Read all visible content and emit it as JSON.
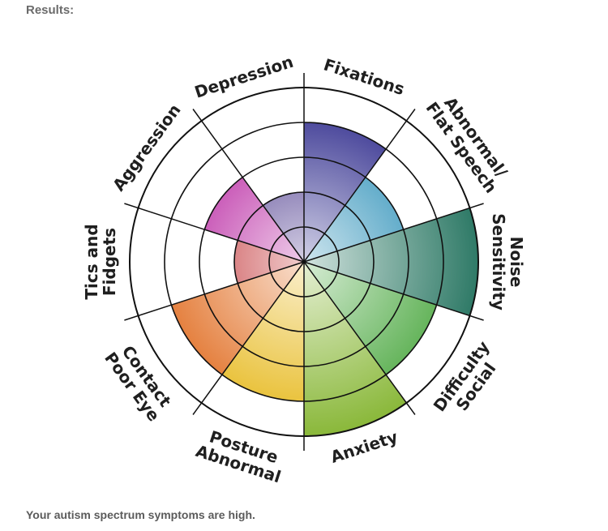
{
  "header": {
    "label": "Results:"
  },
  "footer": {
    "summary": "Your autism spectrum symptoms are high."
  },
  "chart_data": {
    "type": "radial_bar",
    "max_level": 5,
    "start_category": "Fixations",
    "direction": "clockwise",
    "categories": [
      {
        "name": "Fixations",
        "label_lines": [
          "Fixations"
        ],
        "value": 4,
        "color": "#2e2a8c"
      },
      {
        "name": "Abnormal/ Flat Speech",
        "label_lines": [
          "Abnormal/",
          "Flat Speech"
        ],
        "value": 3,
        "color": "#1f89b3"
      },
      {
        "name": "Noise Sensitivity",
        "label_lines": [
          "Noise",
          "Sensitivity"
        ],
        "value": 5,
        "color": "#2f7a67"
      },
      {
        "name": "Social Difficulty",
        "label_lines": [
          "Social",
          "Difficulty"
        ],
        "value": 4,
        "color": "#4aa73e"
      },
      {
        "name": "Anxiety",
        "label_lines": [
          "Anxiety"
        ],
        "value": 5,
        "color": "#8ab83a"
      },
      {
        "name": "Abnormal Posture",
        "label_lines": [
          "Abnormal",
          "Posture"
        ],
        "value": 4,
        "color": "#e6b81b"
      },
      {
        "name": "Poor Eye Contact",
        "label_lines": [
          "Poor Eye",
          "Contact"
        ],
        "value": 4,
        "color": "#e06a1d"
      },
      {
        "name": "Tics and Fidgets",
        "label_lines": [
          "Tics and",
          "Fidgets"
        ],
        "value": 2,
        "color": "#b9191d"
      },
      {
        "name": "Aggression",
        "label_lines": [
          "Aggression"
        ],
        "value": 3,
        "color": "#b3169b"
      },
      {
        "name": "Depression",
        "label_lines": [
          "Depression"
        ],
        "value": 2,
        "color": "#3b2783"
      }
    ]
  }
}
